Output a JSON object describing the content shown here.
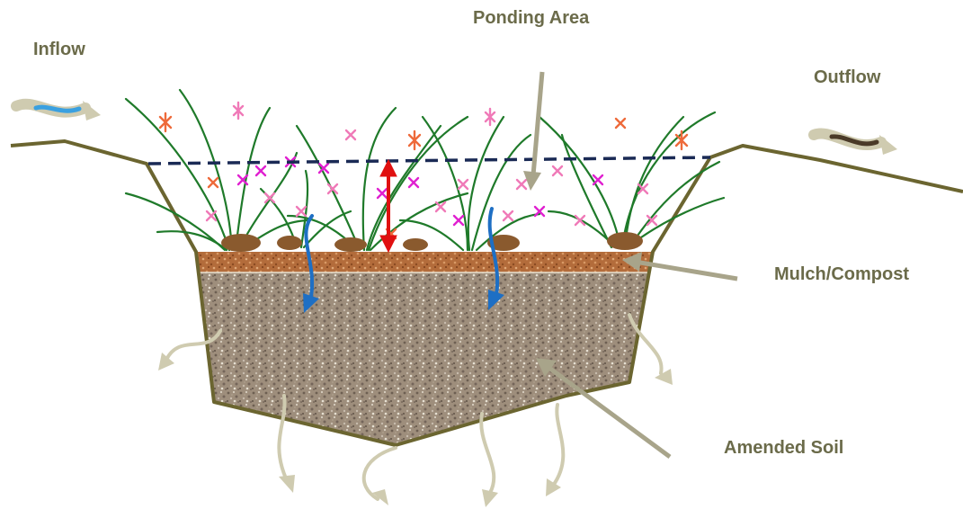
{
  "labels": {
    "inflow": "Inflow",
    "ponding_area": "Ponding Area",
    "outflow": "Outflow",
    "mulch_compost": "Mulch/Compost",
    "amended_soil": "Amended Soil"
  },
  "colors": {
    "label_text": "#6b6b4a",
    "ground_line": "#6b6530",
    "pointer_arrow": "#a8a48a",
    "seepage_arrow": "#cfcbb0",
    "ponding_line": "#1a2a55",
    "ponding_depth_arrow": "#e01010",
    "infiltration_arrow": "#1e6fc4",
    "mulch": "#b06a3a",
    "soil": "#9a8a78",
    "grass": "#1f7a2a",
    "flower_pink": "#f07ab8",
    "flower_magenta": "#e020d0",
    "flower_orange": "#ee6a3a"
  }
}
